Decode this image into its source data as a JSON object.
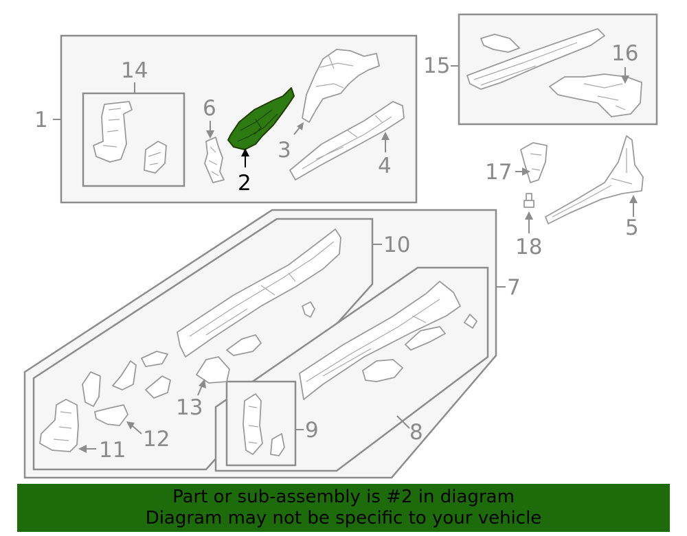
{
  "highlight_color": "#2d7a12",
  "banner_color": "#1e6b0c",
  "callouts": [
    {
      "id": "1",
      "label": "1"
    },
    {
      "id": "2",
      "label": "2",
      "highlighted": true
    },
    {
      "id": "3",
      "label": "3"
    },
    {
      "id": "4",
      "label": "4"
    },
    {
      "id": "5",
      "label": "5"
    },
    {
      "id": "6",
      "label": "6"
    },
    {
      "id": "7",
      "label": "7"
    },
    {
      "id": "8",
      "label": "8"
    },
    {
      "id": "9",
      "label": "9"
    },
    {
      "id": "10",
      "label": "10"
    },
    {
      "id": "11",
      "label": "11"
    },
    {
      "id": "12",
      "label": "12"
    },
    {
      "id": "13",
      "label": "13"
    },
    {
      "id": "14",
      "label": "14"
    },
    {
      "id": "15",
      "label": "15"
    },
    {
      "id": "16",
      "label": "16"
    },
    {
      "id": "17",
      "label": "17"
    },
    {
      "id": "18",
      "label": "18"
    }
  ],
  "banner": {
    "line1": "Part or sub-assembly is #2 in diagram",
    "line2": "Diagram may not be specific to your vehicle"
  }
}
